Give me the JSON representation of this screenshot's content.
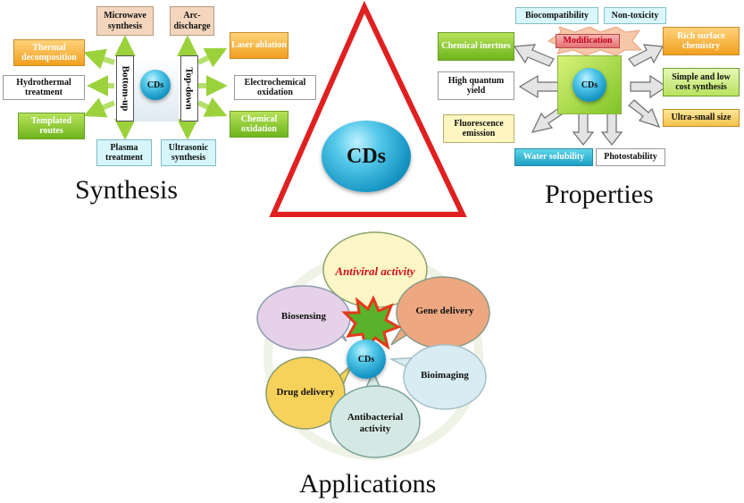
{
  "synthesis": {
    "title": "Synthesis",
    "center": "CDs",
    "bottom_up_label": "Bottom-up",
    "top_down_label": "Top-down",
    "microwave": "Microwave synthesis",
    "arc_discharge": "Arc-discharge",
    "thermal_decomposition": "Thermal decomposition",
    "laser_ablation": "Laser ablation",
    "hydrothermal": "Hydrothermal treatment",
    "electrochemical": "Electrochemical oxidation",
    "templated": "Templated routes",
    "chemical_oxidation": "Chemical oxidation",
    "plasma": "Plasma treatment",
    "ultrasonic": "Ultrasonic synthesis"
  },
  "center": {
    "label": "CDs",
    "triangle_color": "#e02020"
  },
  "properties": {
    "title": "Properties",
    "center": "CDs",
    "modification": "Modification",
    "biocompatibility": "Biocompatibility",
    "non_toxicity": "Non-toxicity",
    "chemical_inertness": "Chemical inertnes",
    "rich_surface": "Rich surface chemistry",
    "high_quantum_yield": "High quantum yield",
    "simple_low_cost": "Simple and low cost synthesis",
    "fluorescence": "Fluorescence emission",
    "ultra_small": "Ultra-small size",
    "water_solubility": "Water solubility",
    "photostability": "Photostability"
  },
  "applications": {
    "title": "Applications",
    "center": "CDs",
    "antiviral": "Antiviral activity",
    "biosensing": "Biosensing",
    "gene_delivery": "Gene delivery",
    "bioimaging": "Bioimaging",
    "drug_delivery": "Drug delivery",
    "antibacterial": "Antibacterial activity"
  }
}
